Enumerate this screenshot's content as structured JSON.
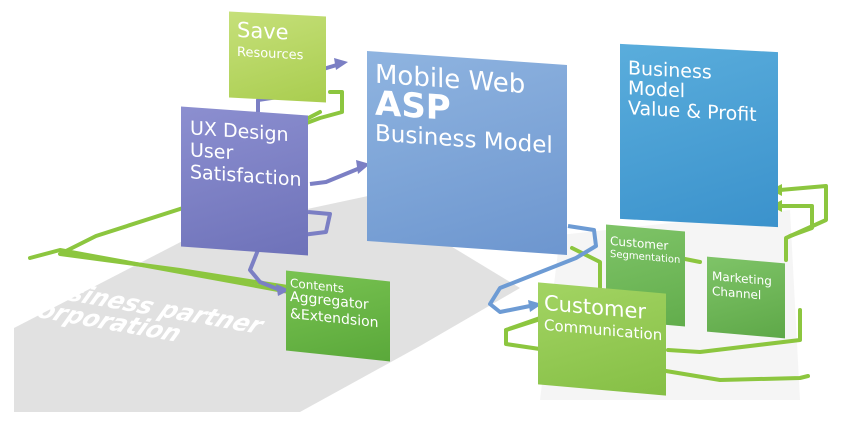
{
  "boxes": {
    "save": {
      "line1": "Save",
      "line2": "Resources"
    },
    "ux": {
      "line1": "UX Design",
      "line2": "User",
      "line3": "Satisfaction"
    },
    "mobile": {
      "line1": "Mobile Web",
      "line2": "ASP",
      "line3": "Business Model"
    },
    "value": {
      "line1": "Business",
      "line2": "Model",
      "line3": "Value & Profit"
    },
    "contents": {
      "line1": "Contents",
      "line2": "Aggregator",
      "line3": "&Extendsion"
    },
    "segmentation": {
      "line1": "Customer",
      "line2": "Segmentation"
    },
    "marketing": {
      "line1": "Marketing",
      "line2": "Channel"
    },
    "customer": {
      "line1": "Customer",
      "line2": "Communication"
    }
  },
  "partner": {
    "line1": "Business partner",
    "line2": "corporation"
  },
  "colors": {
    "green_connector": "#8cc63f",
    "purple_connector": "#7b7fc4",
    "blue_connector": "#6d9bd4",
    "shadow": "#d9d9d9"
  }
}
